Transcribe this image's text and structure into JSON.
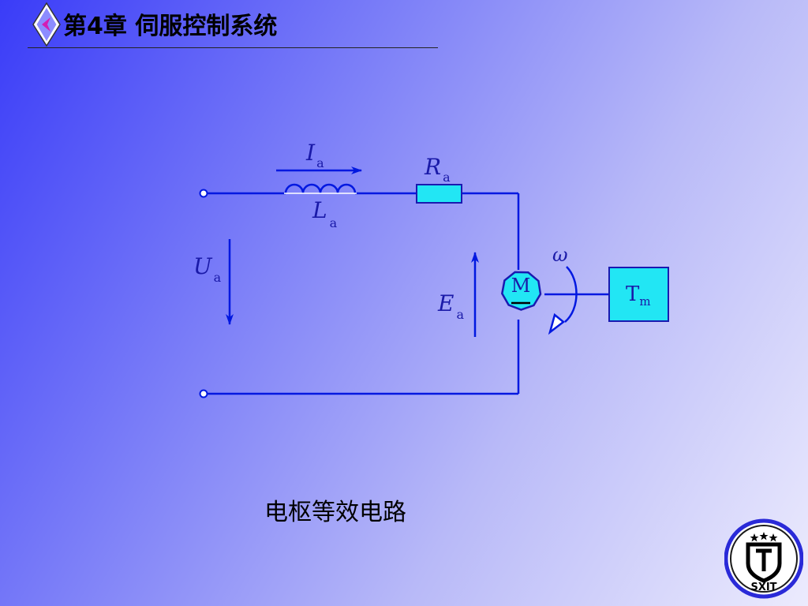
{
  "header": {
    "title": "第4章 伺服控制系统",
    "nav_icon": "diamond-back-arrow-icon"
  },
  "diagram": {
    "current_symbol": "I",
    "current_sub": "a",
    "inductance_symbol": "L",
    "inductance_sub": "a",
    "resistance_symbol": "R",
    "resistance_sub": "a",
    "voltage_symbol": "U",
    "voltage_sub": "a",
    "emf_symbol": "E",
    "emf_sub": "a",
    "motor_label": "M",
    "omega": "ω",
    "load_symbol": "T",
    "load_sub": "m",
    "colors": {
      "wire": "#0018e0",
      "fill": "#22e6f4",
      "outline": "#1a1ab0"
    }
  },
  "caption": "电枢等效电路",
  "logo": {
    "text": "SXIT",
    "icon": "sxit-shield-logo-icon"
  }
}
